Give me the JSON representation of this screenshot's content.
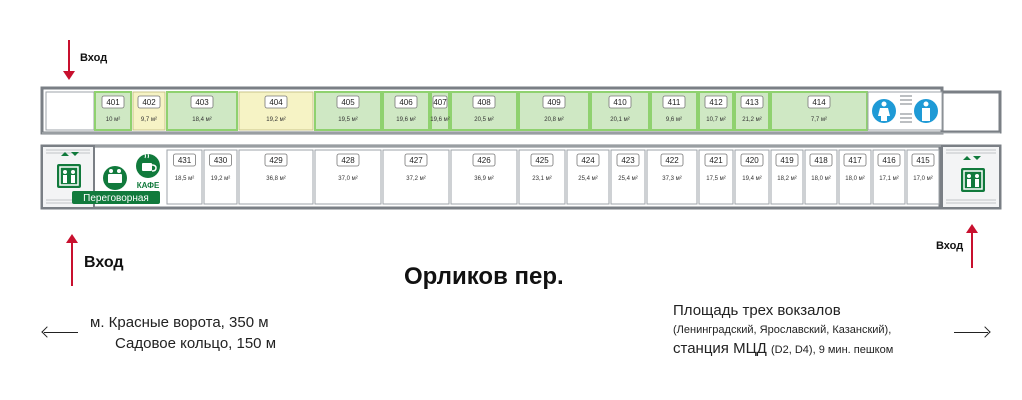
{
  "entrances": {
    "top_left": "Вход",
    "bottom_left": "Вход",
    "bottom_right": "Вход"
  },
  "street": "Орликов пер.",
  "cafe_label": "КАФЕ",
  "meeting_label": "Переговорная",
  "directions": {
    "left_line1": "м. Красные ворота, 350 м",
    "left_line2": "Садовое кольцо, 150 м",
    "right_line1": "Площадь трех вокзалов",
    "right_line2": "(Ленинградский, Ярославский, Казанский),",
    "right_line3_main": "станция МЦД",
    "right_line3_small": "(D2, D4)",
    "right_line3_tail": ", 9 мин. пешком"
  },
  "colors": {
    "available": "#cfe8c4",
    "available_border": "#8fd16f",
    "reserved": "#f6f3c5",
    "wall": "#7a7f85",
    "accent_red": "#c8102e",
    "cafe_green": "#117a3c",
    "wc_blue": "#1e9ad6"
  },
  "icons": [
    "elevator-icon",
    "stairs-icon",
    "cafe-icon",
    "meeting-icon",
    "wc-icon"
  ],
  "rooms_top": [
    {
      "num": "401",
      "area": "10 м²",
      "status": "available"
    },
    {
      "num": "402",
      "area": "9,7 м²",
      "status": "reserved"
    },
    {
      "num": "403",
      "area": "18,4 м²",
      "status": "available"
    },
    {
      "num": "404",
      "area": "19,2 м²",
      "status": "reserved"
    },
    {
      "num": "405",
      "area": "19,5 м²",
      "status": "available"
    },
    {
      "num": "406",
      "area": "19,6 м²",
      "status": "available"
    },
    {
      "num": "407",
      "area": "19,6 м²",
      "status": "available"
    },
    {
      "num": "408",
      "area": "20,5 м²",
      "status": "available"
    },
    {
      "num": "409",
      "area": "20,8 м²",
      "status": "available"
    },
    {
      "num": "410",
      "area": "20,1 м²",
      "status": "available"
    },
    {
      "num": "411",
      "area": "9,6 м²",
      "status": "available"
    },
    {
      "num": "412",
      "area": "10,7 м²",
      "status": "available"
    },
    {
      "num": "413",
      "area": "21,2 м²",
      "status": "available"
    },
    {
      "num": "414",
      "area": "7,7 м²",
      "status": "available"
    }
  ],
  "rooms_bottom": [
    {
      "num": "431",
      "area": "18,5 м²"
    },
    {
      "num": "430",
      "area": "19,2 м²"
    },
    {
      "num": "429",
      "area": "36,8 м²"
    },
    {
      "num": "428",
      "area": "37,0 м²"
    },
    {
      "num": "427",
      "area": "37,2 м²"
    },
    {
      "num": "426",
      "area": "36,9 м²"
    },
    {
      "num": "425",
      "area": "23,1 м²"
    },
    {
      "num": "424",
      "area": "25,4 м²"
    },
    {
      "num": "423",
      "area": "25,4 м²"
    },
    {
      "num": "422",
      "area": "37,3 м²"
    },
    {
      "num": "421",
      "area": "17,5 м²"
    },
    {
      "num": "420",
      "area": "19,4 м²"
    },
    {
      "num": "419",
      "area": "18,2 м²"
    },
    {
      "num": "418",
      "area": "18,0 м²"
    },
    {
      "num": "417",
      "area": "18,0 м²"
    },
    {
      "num": "416",
      "area": "17,1 м²"
    },
    {
      "num": "415",
      "area": "17,0 м²"
    }
  ]
}
